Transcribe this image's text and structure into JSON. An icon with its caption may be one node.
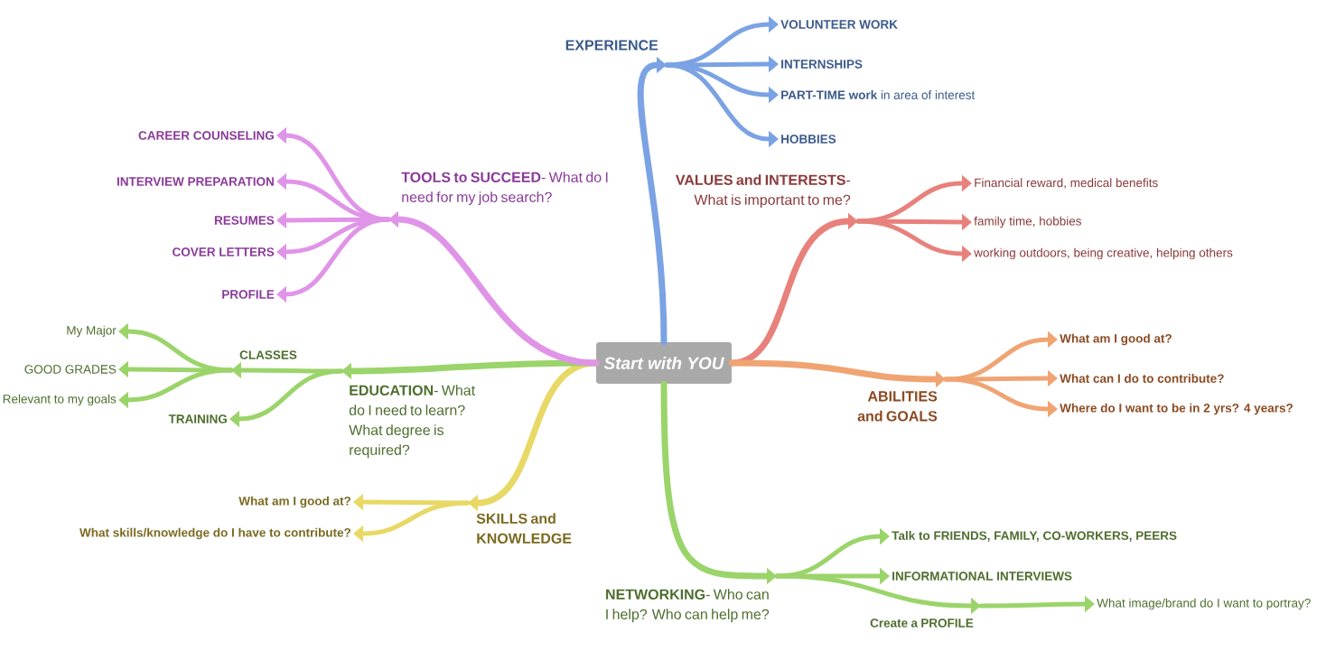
{
  "diagram": {
    "nodes": [
      {
        "text": [
          "Start with YOU"
        ]
      },
      {
        "text": [
          "EXPERIENCE"
        ]
      },
      {
        "text": [
          "VOLUNTEER WORK"
        ]
      },
      {
        "text": [
          "INTERNSHIPS"
        ]
      },
      {
        "text": [
          "**PART-TIME work** in area of interest"
        ]
      },
      {
        "text": [
          "HOBBIES"
        ]
      },
      {
        "text": [
          "**VALUES and INTERESTS**- What is important to me?"
        ]
      },
      {
        "text": [
          "Financial reward, medical benefits"
        ]
      },
      {
        "text": [
          "family time, hobbies"
        ]
      },
      {
        "text": [
          "working outdoors, being creative, helping others"
        ]
      },
      {
        "text": [
          "ABILITIES and GOALS"
        ]
      },
      {
        "text": [
          "What am I good at?"
        ]
      },
      {
        "text": [
          "What can I do to contribute?"
        ]
      },
      {
        "text": [
          "Where do I want to be in 2 yrs? 4 years?"
        ]
      },
      {
        "text": [
          "**NETWORKING**- Who can I help? Who can help me?"
        ]
      },
      {
        "text": [
          "Talk to FRIENDS, FAMILY, CO-WORKERS, PEERS"
        ]
      },
      {
        "text": [
          "INFORMATIONAL INTERVIEWS"
        ]
      },
      {
        "text": [
          "Create a PROFILE"
        ]
      },
      {
        "text": [
          "What image/brand do I want to portray?"
        ]
      },
      {
        "text": [
          "SKILLS and KNOWLEDGE"
        ]
      },
      {
        "text": [
          "What am I good at?"
        ]
      },
      {
        "text": [
          "What skills/knowledge do I have to contribute?"
        ]
      },
      {
        "text": [
          "**EDUCATION**- What do I need to learn? What degree is required?"
        ]
      },
      {
        "text": [
          "CLASSES"
        ]
      },
      {
        "text": [
          "My Major"
        ]
      },
      {
        "text": [
          "GOOD GRADES"
        ]
      },
      {
        "text": [
          "Relevant to my goals"
        ]
      },
      {
        "text": [
          "TRAINING"
        ]
      },
      {
        "text": [
          "**TOOLS to SUCCEED**- What do I need for my job search?"
        ]
      },
      {
        "text": [
          "CAREER COUNSELING"
        ]
      },
      {
        "text": [
          "INTERVIEW PREPARATION"
        ]
      },
      {
        "text": [
          "RESUMES"
        ]
      },
      {
        "text": [
          "COVER LETTERS"
        ]
      },
      {
        "text": [
          "PROFILE"
        ]
      }
    ],
    "edges": [
      {
        "from": 0,
        "to": 1,
        "arrow": "to",
        "color": "#7ba3e3"
      },
      {
        "from": 1,
        "to": 2,
        "arrow": "to",
        "color": "#7ba3e3"
      },
      {
        "from": 1,
        "to": 3,
        "arrow": "to",
        "color": "#7ba3e3"
      },
      {
        "from": 1,
        "to": 4,
        "arrow": "to",
        "color": "#7ba3e3"
      },
      {
        "from": 1,
        "to": 5,
        "arrow": "to",
        "color": "#7ba3e3"
      },
      {
        "from": 0,
        "to": 6,
        "arrow": "to",
        "color": "#e8817b"
      },
      {
        "from": 6,
        "to": 7,
        "arrow": "to",
        "color": "#e8817b"
      },
      {
        "from": 6,
        "to": 8,
        "arrow": "to",
        "color": "#e8817b"
      },
      {
        "from": 6,
        "to": 9,
        "arrow": "to",
        "color": "#e8817b"
      },
      {
        "from": 0,
        "to": 10,
        "arrow": "to",
        "color": "#f0a472"
      },
      {
        "from": 10,
        "to": 11,
        "arrow": "to",
        "color": "#f0a472"
      },
      {
        "from": 10,
        "to": 12,
        "arrow": "to",
        "color": "#f0a472"
      },
      {
        "from": 10,
        "to": 13,
        "arrow": "to",
        "color": "#f0a472"
      },
      {
        "from": 0,
        "to": 14,
        "arrow": "to",
        "color": "#9bd46a"
      },
      {
        "from": 14,
        "to": 15,
        "arrow": "to",
        "color": "#9bd46a"
      },
      {
        "from": 14,
        "to": 16,
        "arrow": "to",
        "color": "#9bd46a"
      },
      {
        "from": 14,
        "to": 17,
        "arrow": "to",
        "color": "#9bd46a"
      },
      {
        "from": 17,
        "to": 18,
        "arrow": "to",
        "color": "#9bd46a"
      },
      {
        "from": 0,
        "to": 19,
        "arrow": "to",
        "color": "#e8d865"
      },
      {
        "from": 19,
        "to": 20,
        "arrow": "to",
        "color": "#e8d865"
      },
      {
        "from": 19,
        "to": 21,
        "arrow": "to",
        "color": "#e8d865"
      },
      {
        "from": 0,
        "to": 22,
        "arrow": "to",
        "color": "#9bd46a"
      },
      {
        "from": 22,
        "to": 23,
        "arrow": "to",
        "color": "#9bd46a"
      },
      {
        "from": 23,
        "to": 24,
        "arrow": "to",
        "color": "#9bd46a"
      },
      {
        "from": 23,
        "to": 25,
        "arrow": "to",
        "color": "#9bd46a"
      },
      {
        "from": 23,
        "to": 26,
        "arrow": "to",
        "color": "#9bd46a"
      },
      {
        "from": 22,
        "to": 27,
        "arrow": "to",
        "color": "#9bd46a"
      },
      {
        "from": 0,
        "to": 28,
        "arrow": "to",
        "color": "#e094e8"
      },
      {
        "from": 28,
        "to": 29,
        "arrow": "to",
        "color": "#e094e8"
      },
      {
        "from": 28,
        "to": 30,
        "arrow": "to",
        "color": "#e094e8"
      },
      {
        "from": 28,
        "to": 31,
        "arrow": "to",
        "color": "#e094e8"
      },
      {
        "from": 28,
        "to": 32,
        "arrow": "to",
        "color": "#e094e8"
      },
      {
        "from": 28,
        "to": 33,
        "arrow": "to",
        "color": "#e094e8"
      }
    ]
  }
}
